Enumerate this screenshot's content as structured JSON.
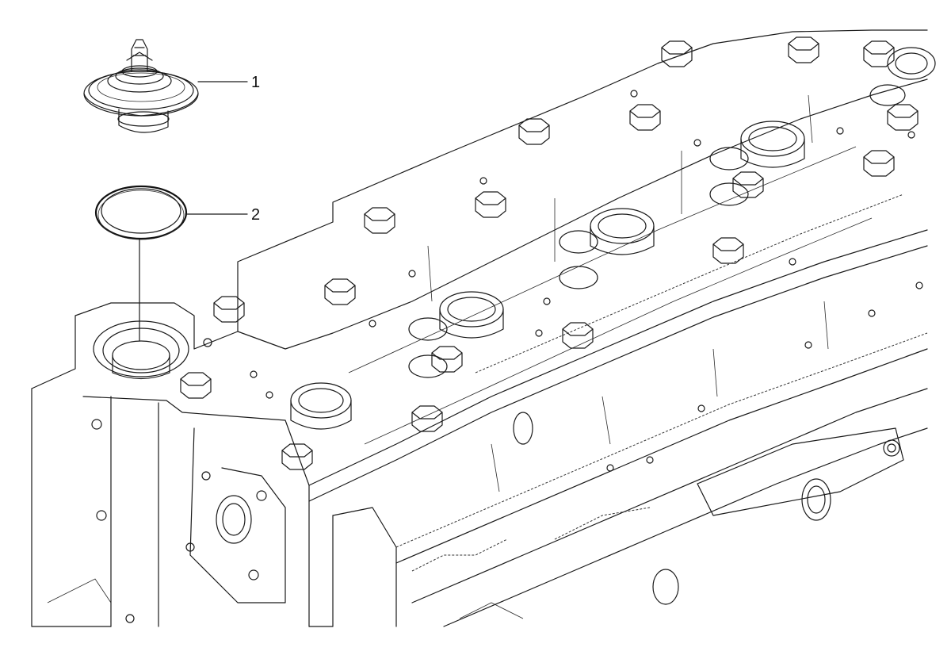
{
  "callouts": [
    {
      "number": "1",
      "part": "thermostat"
    },
    {
      "number": "2",
      "part": "seal-ring"
    }
  ]
}
